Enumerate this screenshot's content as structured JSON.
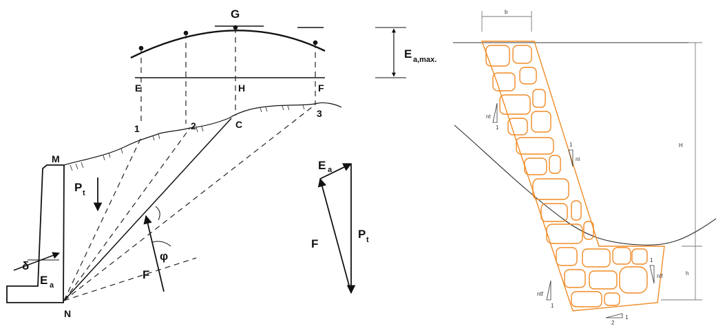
{
  "left_diagram": {
    "points": {
      "G": "G",
      "E": "E",
      "H": "H",
      "F": "F",
      "M": "M",
      "N": "N",
      "C": "C",
      "n1": "1",
      "n2": "2",
      "n3": "3"
    },
    "forces": {
      "Ea": "E",
      "Ea_sub": "a",
      "Pt": "P",
      "Pt_sub": "t",
      "F": "F",
      "phi": "φ",
      "delta": "δ"
    },
    "max_label": "E",
    "max_label_sub": "a,max."
  },
  "right_diagram": {
    "dims": {
      "b": "b",
      "H": "H",
      "h": "h"
    },
    "slopes": {
      "nt": "nt",
      "one_nt": "1",
      "ni": "ni",
      "one_ni": "1",
      "nif": "nif",
      "one_nif": "1",
      "ntf": "ntf",
      "one_ntf": "1",
      "bottom_one": "1",
      "bottom_sub": "2"
    },
    "colors": {
      "wall": "#f08a24",
      "ink": "#111111"
    }
  }
}
